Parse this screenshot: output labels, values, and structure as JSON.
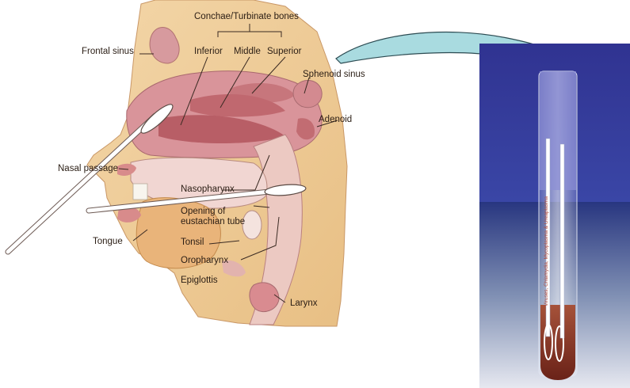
{
  "labels": {
    "conchae": "Conchae/Turbinate bones",
    "inferior": "Inferior",
    "middle": "Middle",
    "superior": "Superior",
    "frontal_sinus": "Frontal sinus",
    "sphenoid_sinus": "Sphenoid sinus",
    "adenoid": "Adenoid",
    "nasal_passage": "Nasal passage",
    "nasopharynx": "Nasopharynx",
    "opening_line1": "Opening of",
    "opening_line2": "eustachian tube",
    "tongue": "Tongue",
    "tonsil": "Tonsil",
    "oropharynx": "Oropharynx",
    "epiglottis": "Epiglottis",
    "larynx": "Larynx"
  },
  "tube": {
    "label_text": "Viruses, Chlamydia, Mycoplasma & Ureaplasma"
  },
  "colors": {
    "arrow_fill": "#a9dbe0",
    "blue_background": "#303391",
    "medium_red": "#7a2a1c",
    "tissue_pink": "#d99a9a"
  }
}
